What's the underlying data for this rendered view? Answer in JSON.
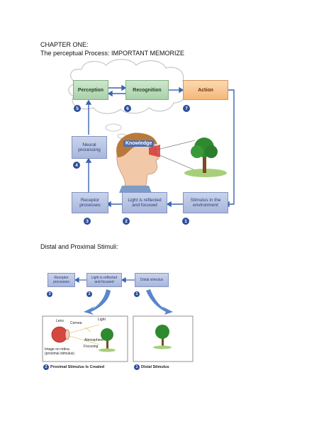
{
  "heading": {
    "chapter": "CHAPTER ONE:",
    "subtitle": "The perceptual Process: IMPORTANT MEMORIZE"
  },
  "diagram1": {
    "perception": "Perception",
    "recognition": "Recognition",
    "action": "Action",
    "neural": "Neural processing",
    "knowledge": "Knowledge",
    "receptor": "Receptor processes",
    "light": "Light is reflected and focused",
    "stimulus": "Stimulus in the environment",
    "numbers": [
      "1",
      "2",
      "3",
      "4",
      "5",
      "6",
      "7"
    ]
  },
  "section2": {
    "heading": "Distal and Proximal Stimuli:"
  },
  "diagram2": {
    "receptor": "Receptor processes",
    "light": "Light is reflected and focused",
    "distal": "Distal stimulus",
    "numbers": [
      "3",
      "2",
      "1"
    ],
    "lens": "Lens",
    "cornea": "Cornea",
    "light_label": "Light",
    "atmosphere": "Atmosphere",
    "focusing": "Focusing",
    "image_retina": "Image on retina (proximal stimulus)",
    "caption_left": "Proximal Stimulus Is Created",
    "caption_right": "Distal Stimulus",
    "caption_left_num": "2",
    "caption_right_num": "1"
  },
  "colors": {
    "box_blue": "#b3c0e2",
    "box_green": "#b5d9b5",
    "box_orange": "#f7c48c",
    "badge": "#2d4f9c",
    "arrow": "#3a64b0"
  }
}
